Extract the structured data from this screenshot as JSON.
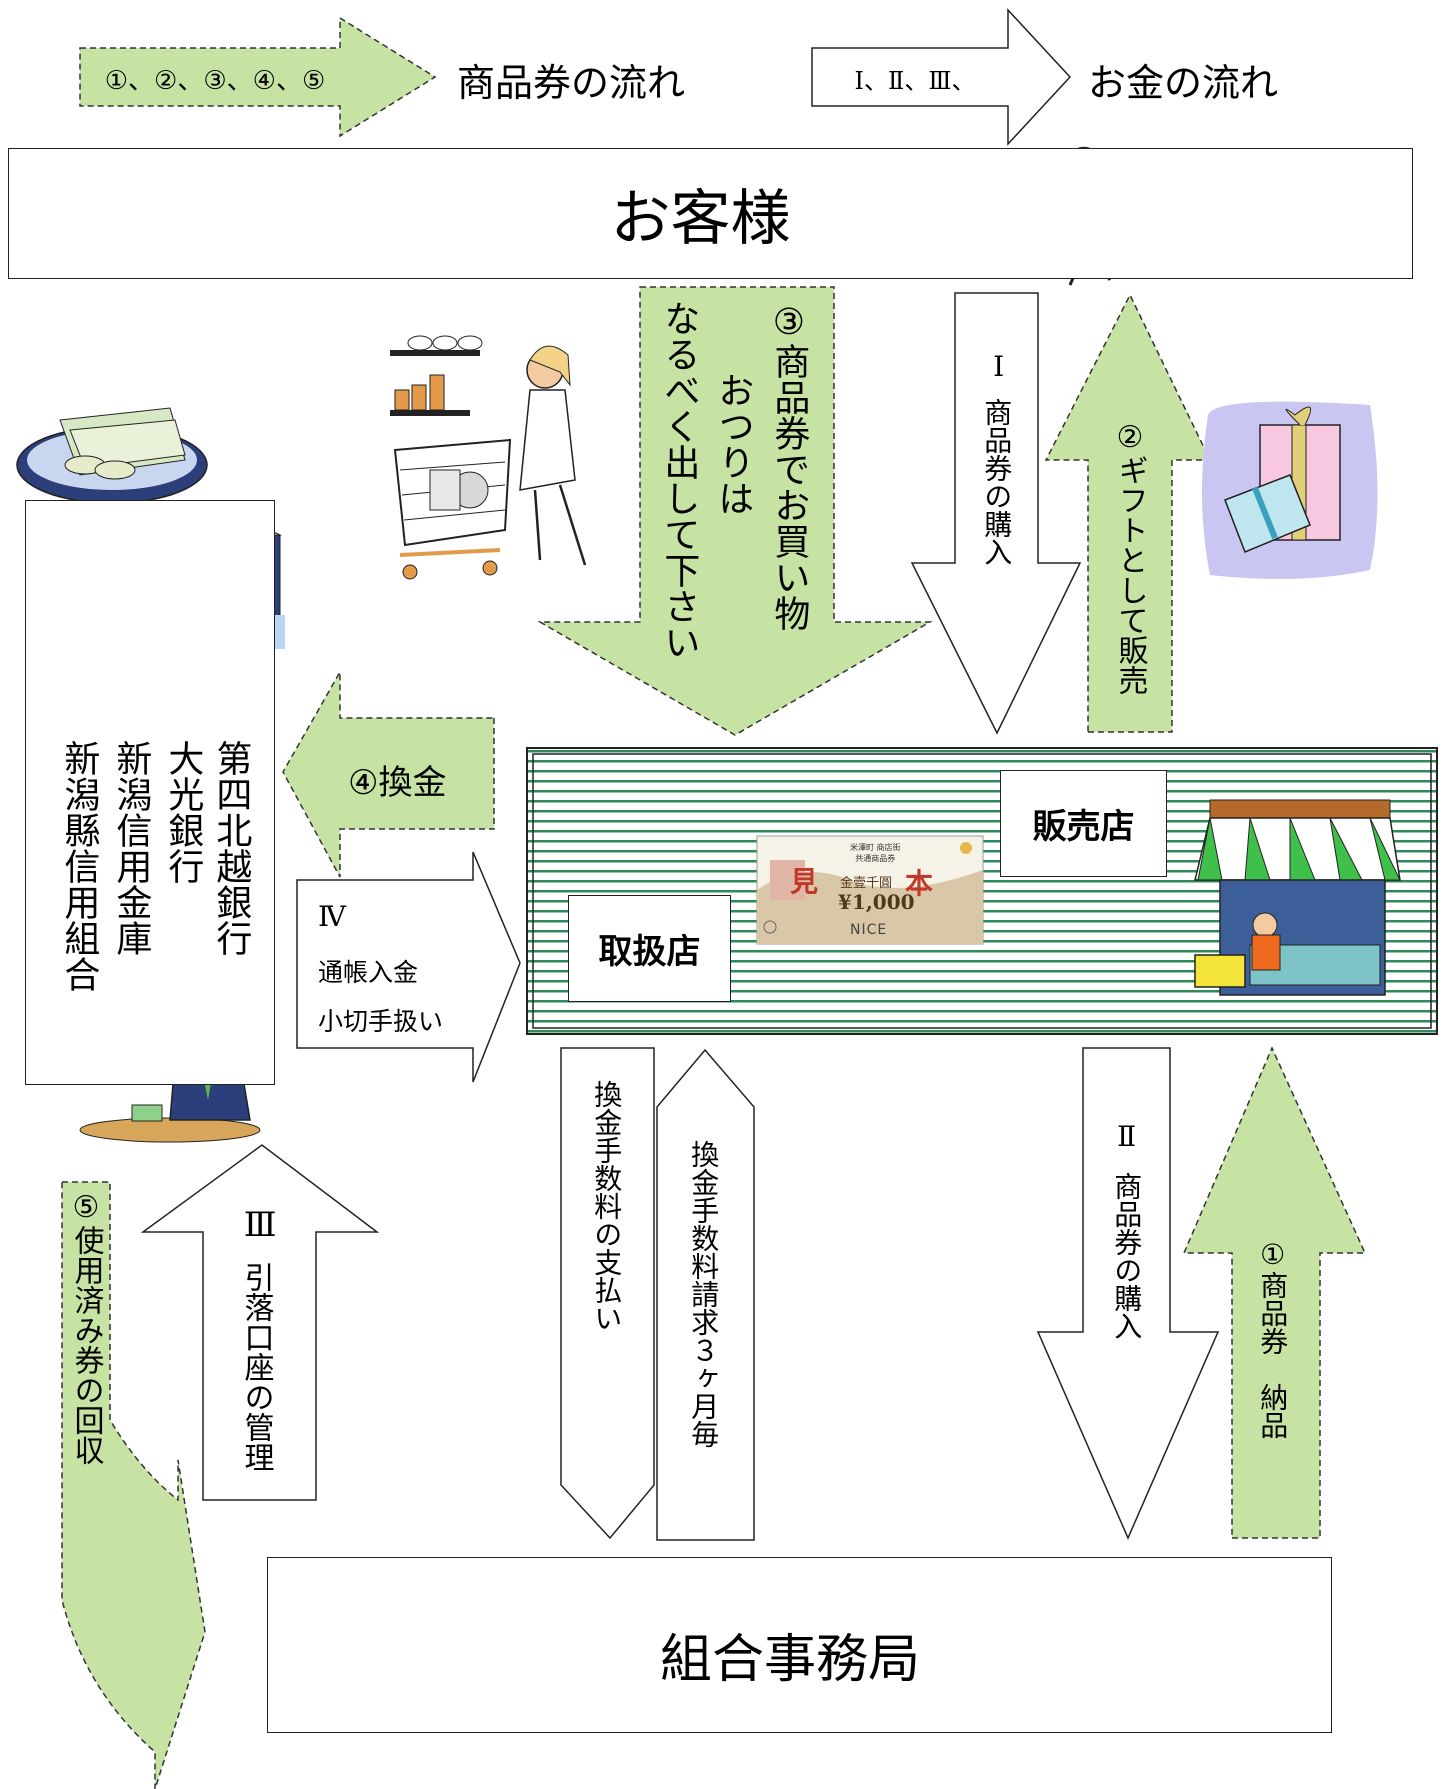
{
  "legend": {
    "voucher_arrow_label": "①、②、③、④、⑤",
    "voucher_flow": "商品券の流れ",
    "money_arrow_label": "Ⅰ、Ⅱ、Ⅲ、",
    "money_flow": "お金の流れ"
  },
  "customer": {
    "title": "お客様"
  },
  "banks": {
    "names": [
      "第四北越銀行",
      "大光銀行",
      "新潟信用金庫",
      "新潟縣信用組合"
    ]
  },
  "store": {
    "handling": "取扱店",
    "sales": "販売店",
    "voucher_sample": {
      "header": "米澤町 商店街\n共通商品券",
      "amount_kanji": "金壹千圓",
      "price": "¥1,000",
      "stamp_left": "見",
      "stamp_right": "本",
      "brand": "NICE"
    }
  },
  "office": {
    "title": "組合事務局"
  },
  "flows": {
    "f3_line1": "③商品券でお買い物",
    "f3_line2": "おつりは",
    "f3_line3": "なるべく出して下さい",
    "fI_num": "Ⅰ",
    "fI_text": "商品券の購入",
    "f2": "②ギフトとして販売",
    "f4": "④換金",
    "fIV_num": "Ⅳ",
    "fIV_line1": "通帳入金",
    "fIV_line2": "小切手扱い",
    "fee_pay": "換金手数料の支払い",
    "fee_claim": "換金手数料請求３ヶ月毎",
    "fII_num": "Ⅱ",
    "fII_text": "商品券の購入",
    "f1": "①商品券　納品",
    "fIII_num": "Ⅲ",
    "fIII_text": "引落口座の管理",
    "f5": "⑤使用済み券の回収"
  },
  "colors": {
    "voucher_flow_fill": "#c6e3a4",
    "stripe_color": "#2e8b57",
    "accent_pink": "#e6398f"
  }
}
